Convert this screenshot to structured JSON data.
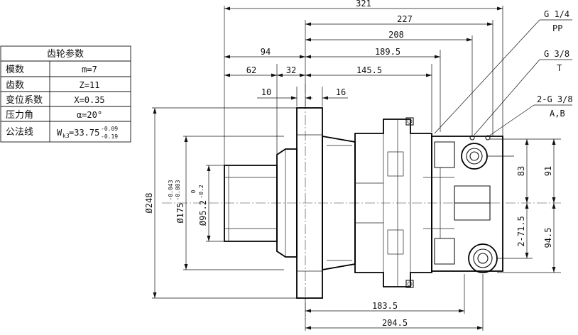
{
  "gear_table": {
    "title": "齿轮参数",
    "rows": [
      {
        "label": "模数",
        "value": "m=7"
      },
      {
        "label": "齿数",
        "value": "Z=11"
      },
      {
        "label": "变位系数",
        "value": "X=0.35"
      },
      {
        "label": "压力角",
        "value": "α=20°"
      },
      {
        "label": "公法线",
        "value_prefix": "W",
        "value_sub": "k3",
        "value_main": "=33.75",
        "tol_upper": "-0.09",
        "tol_lower": "-0.19"
      }
    ]
  },
  "dimensions": {
    "d321": "321",
    "d227": "227",
    "d208": "208",
    "d94": "94",
    "d189_5": "189.5",
    "d62": "62",
    "d32": "32",
    "d145_5": "145.5",
    "d10": "10",
    "d16": "16",
    "d183_5": "183.5",
    "d204_5": "204.5",
    "d83": "83",
    "d91": "91",
    "d2_71_5": "2-71.5",
    "d94_5": "94.5",
    "dia248": "Ø248",
    "dia175": "Ø175",
    "dia175_tol_upper": "-0.043",
    "dia175_tol_lower": "-0.083",
    "dia95_2": "Ø95.2",
    "dia95_2_tol_upper": "0",
    "dia95_2_tol_lower": "-0.2"
  },
  "ports": {
    "pp_size": "G 1/4",
    "pp_name": "PP",
    "t_size": "G 3/8",
    "t_name": "T",
    "ab_size": "2-G 3/8",
    "ab_name": "A,B"
  }
}
